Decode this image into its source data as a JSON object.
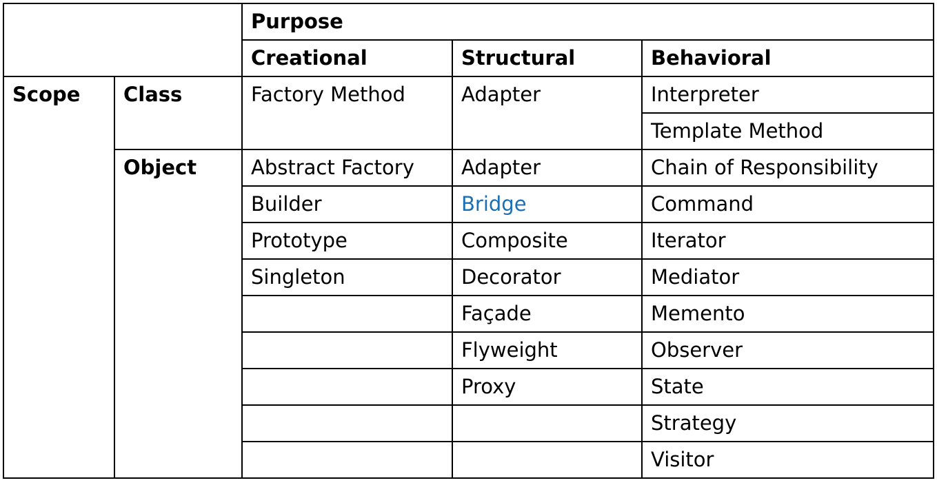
{
  "header": {
    "purpose": "Purpose",
    "creational": "Creational",
    "structural": "Structural",
    "behavioral": "Behavioral"
  },
  "scope": {
    "label": "Scope",
    "class_label": "Class",
    "object_label": "Object"
  },
  "class_row": {
    "creational": "Factory Method",
    "structural": "Adapter",
    "behavioral": [
      "Interpreter",
      "Template Method"
    ]
  },
  "object_rows": [
    {
      "creational": "Abstract Factory",
      "structural": "Adapter",
      "behavioral": "Chain of Responsibility"
    },
    {
      "creational": "Builder",
      "structural": "Bridge",
      "behavioral": "Command"
    },
    {
      "creational": "Prototype",
      "structural": "Composite",
      "behavioral": "Iterator"
    },
    {
      "creational": "Singleton",
      "structural": "Decorator",
      "behavioral": "Mediator"
    },
    {
      "creational": "",
      "structural": "Façade",
      "behavioral": "Memento"
    },
    {
      "creational": "",
      "structural": "Flyweight",
      "behavioral": "Observer"
    },
    {
      "creational": "",
      "structural": "Proxy",
      "behavioral": "State"
    },
    {
      "creational": "",
      "structural": "",
      "behavioral": "Strategy"
    },
    {
      "creational": "",
      "structural": "",
      "behavioral": "Visitor"
    }
  ],
  "colors": {
    "border": "#000000",
    "text": "#000000",
    "highlight": "#1a6fb5"
  }
}
